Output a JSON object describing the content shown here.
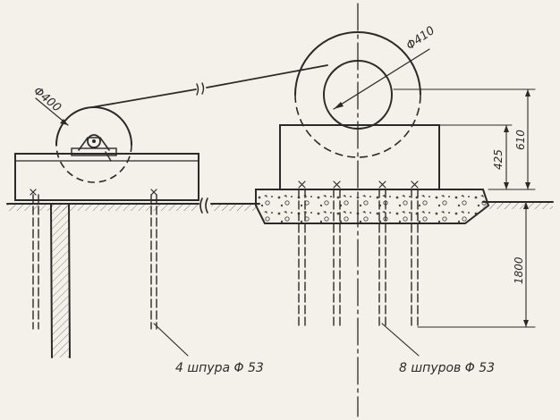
{
  "labels": {
    "dia_left_pulley": "Φ400",
    "dia_right_pulley": "Φ410",
    "dim_425": "425",
    "dim_610": "610",
    "dim_1800": "1800",
    "holes_left": "4 шпура Φ 53",
    "holes_right": "8 шпуров Φ 53"
  }
}
